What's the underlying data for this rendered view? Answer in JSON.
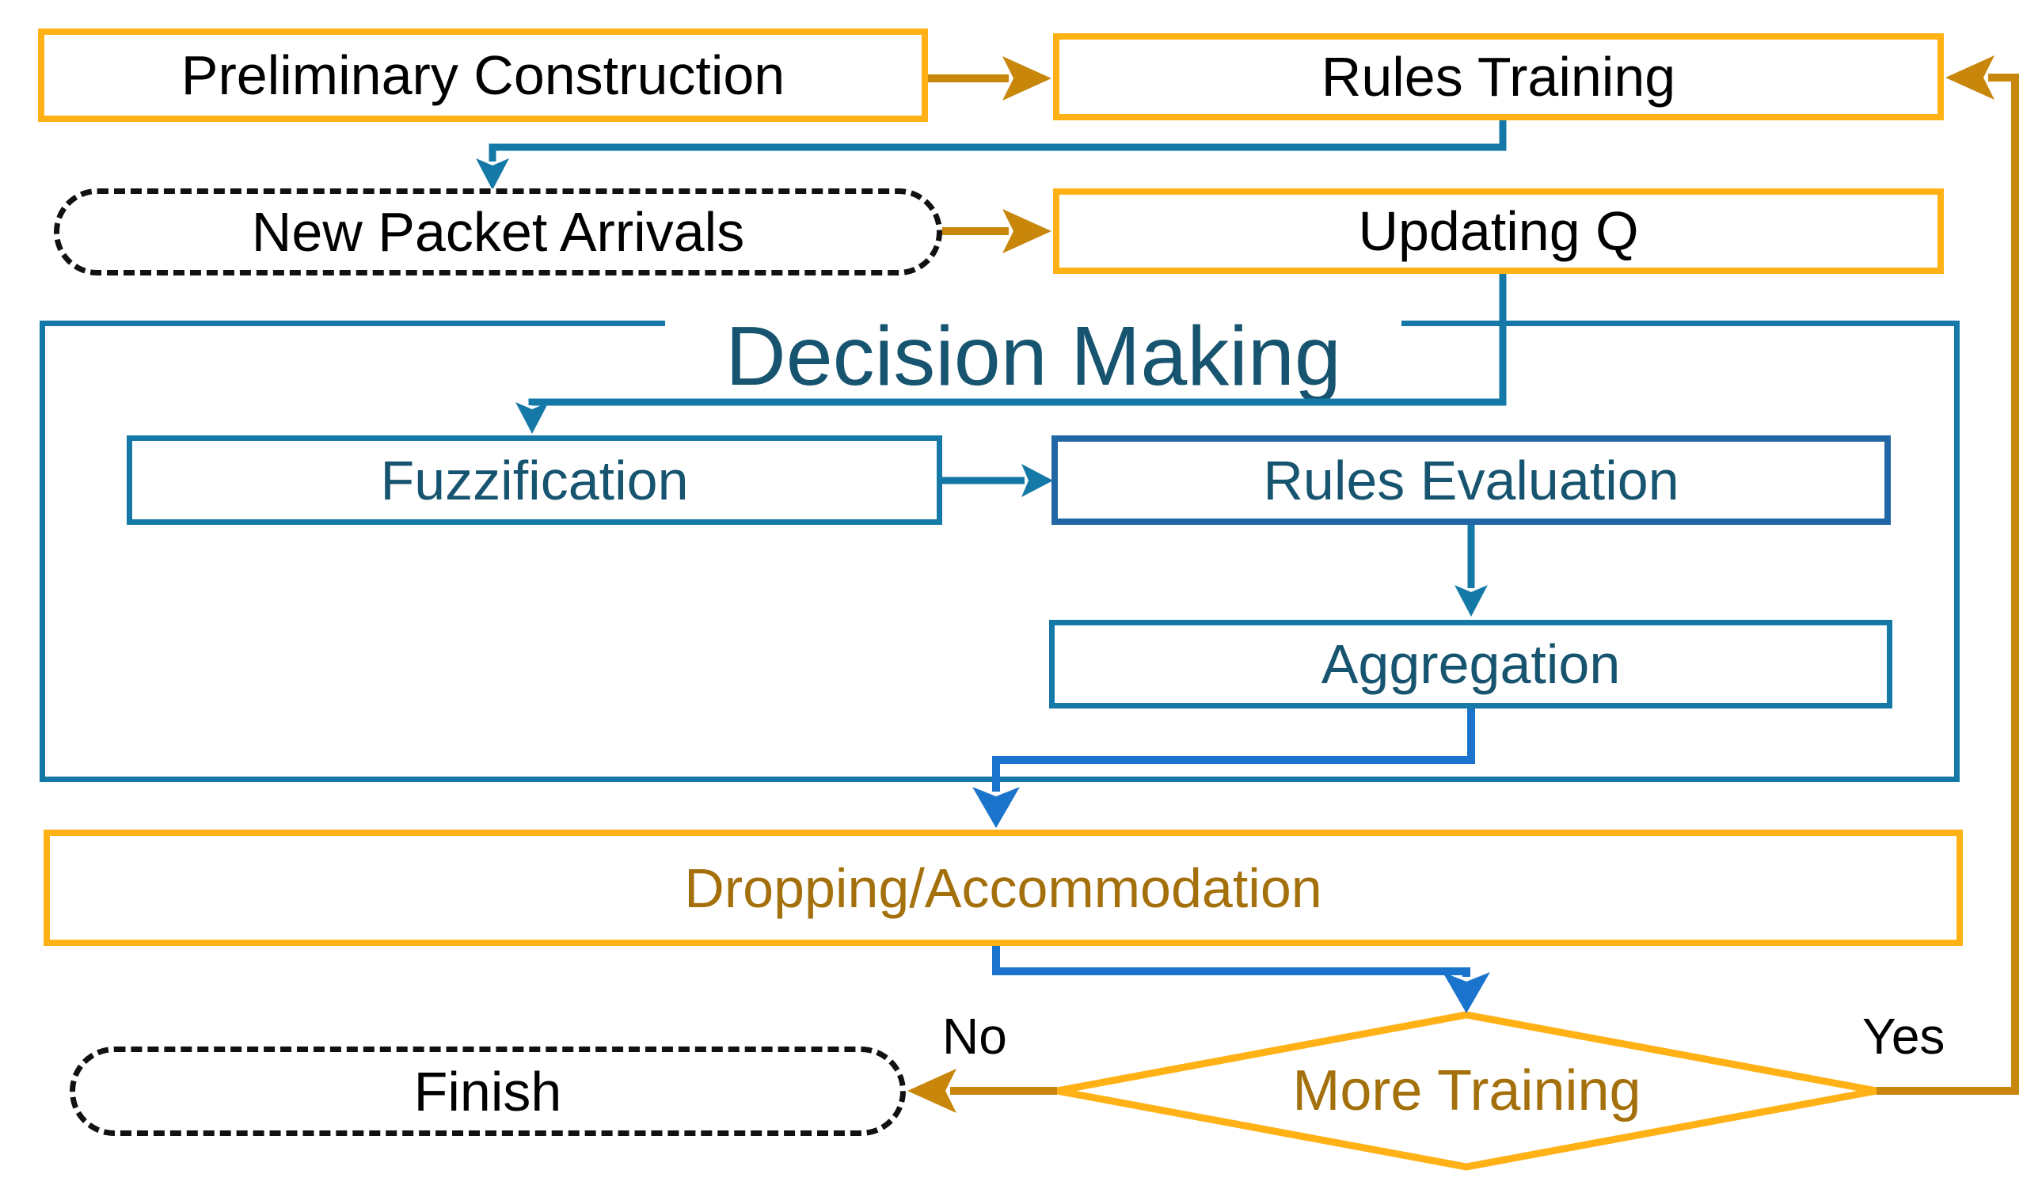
{
  "diagram": {
    "title": "Decision Making",
    "nodes": {
      "preliminary_construction": {
        "label": "Preliminary Construction",
        "type": "process",
        "border_color": "#FFB115",
        "text_color": "#000000"
      },
      "rules_training": {
        "label": "Rules Training",
        "type": "process",
        "border_color": "#FFB115",
        "text_color": "#000000"
      },
      "new_packet_arrivals": {
        "label": "New Packet Arrivals",
        "type": "terminal-dashed",
        "border_color": "#111111",
        "text_color": "#000000"
      },
      "updating_q": {
        "label": "Updating Q",
        "type": "process",
        "border_color": "#FFB115",
        "text_color": "#000000"
      },
      "decision_making": {
        "label": "Decision Making",
        "type": "container",
        "border_color": "#1579A7",
        "text_color": "#17546F"
      },
      "fuzzification": {
        "label": "Fuzzification",
        "type": "process",
        "border_color": "#1579A7",
        "text_color": "#17546F"
      },
      "rules_evaluation": {
        "label": "Rules Evaluation",
        "type": "process",
        "border_color": "#2267A5",
        "text_color": "#17546F"
      },
      "aggregation": {
        "label": "Aggregation",
        "type": "process",
        "border_color": "#1579A7",
        "text_color": "#17546F"
      },
      "dropping_accommodation": {
        "label": "Dropping/Accommodation",
        "type": "process",
        "border_color": "#FFB115",
        "text_color": "#A4700C"
      },
      "more_training": {
        "label": "More Training",
        "type": "decision",
        "border_color": "#FFB115",
        "text_color": "#A4700C"
      },
      "finish": {
        "label": "Finish",
        "type": "terminal-dashed",
        "border_color": "#111111",
        "text_color": "#000000"
      }
    },
    "edges": [
      {
        "from": "preliminary_construction",
        "to": "rules_training",
        "color": "#C8860B"
      },
      {
        "from": "rules_training",
        "to": "new_packet_arrivals",
        "color": "#1579A7"
      },
      {
        "from": "new_packet_arrivals",
        "to": "updating_q",
        "color": "#C8860B"
      },
      {
        "from": "updating_q",
        "to": "fuzzification",
        "color": "#1579A7"
      },
      {
        "from": "fuzzification",
        "to": "rules_evaluation",
        "color": "#1579A7"
      },
      {
        "from": "rules_evaluation",
        "to": "aggregation",
        "color": "#1579A7"
      },
      {
        "from": "aggregation",
        "to": "dropping_accommodation",
        "color": "#1B74CC"
      },
      {
        "from": "dropping_accommodation",
        "to": "more_training",
        "color": "#1B74CC"
      },
      {
        "from": "more_training",
        "to": "finish",
        "label": "No",
        "color": "#C8860B"
      },
      {
        "from": "more_training",
        "to": "rules_training",
        "label": "Yes",
        "color": "#C8860B"
      }
    ],
    "edge_labels": {
      "no": "No",
      "yes": "Yes"
    },
    "colors": {
      "amber_border": "#FFB115",
      "dark_amber_arrow": "#C8860B",
      "teal_line": "#1579A7",
      "steel_blue_border": "#2267A5",
      "blue_arrow": "#1B74CC",
      "dark_teal_text": "#17546F",
      "brown_text": "#A4700C",
      "black_text": "#000000",
      "background": "#FFFFFF"
    }
  }
}
